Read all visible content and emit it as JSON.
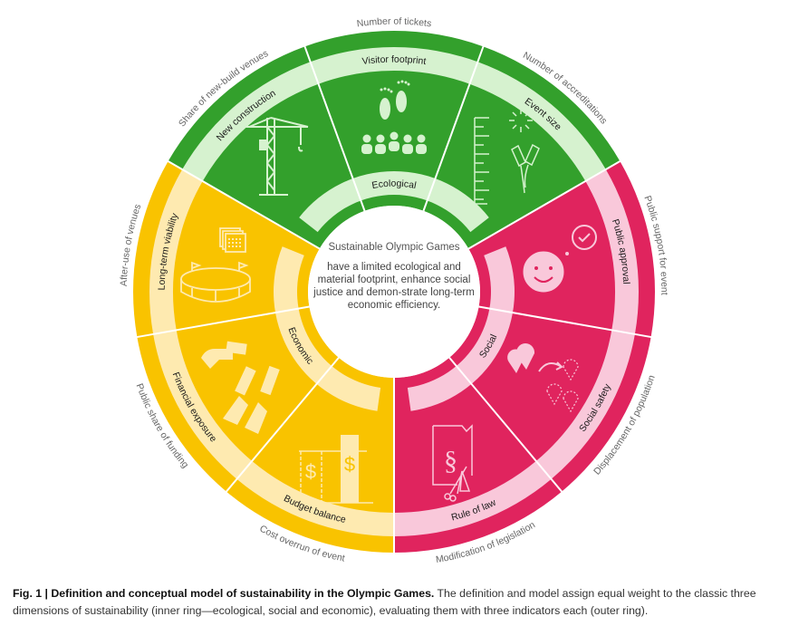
{
  "center": {
    "title": "Sustainable Olympic Games",
    "body": "have a limited ecological and material footprint, enhance social justice and demon-strate long-term economic efficiency."
  },
  "dimensions": [
    {
      "label": "Ecological",
      "color": "#33a02c",
      "light": "#d6f2cf",
      "indicators": [
        {
          "label": "New construction",
          "measure": "Share of new-build venues",
          "icon": "crane-icon"
        },
        {
          "label": "Visitor footprint",
          "measure": "Number of tickets",
          "icon": "footprint-crowd-icon"
        },
        {
          "label": "Event size",
          "measure": "Number of accreditations",
          "icon": "ruler-fireworks-icon"
        }
      ]
    },
    {
      "label": "Social",
      "color": "#e0245e",
      "light": "#f9c8da",
      "indicators": [
        {
          "label": "Public approval",
          "measure": "Public support for event",
          "icon": "smiley-approval-icon"
        },
        {
          "label": "Social safety",
          "measure": "Displacement of population",
          "icon": "relocation-pins-icon"
        },
        {
          "label": "Rule of law",
          "measure": "Modification of legislation",
          "icon": "law-document-scissors-icon"
        }
      ]
    },
    {
      "label": "Economic",
      "color": "#f9c300",
      "light": "#feeab0",
      "indicators": [
        {
          "label": "Budget balance",
          "measure": "Cost overrun of event",
          "icon": "dollar-bars-icon"
        },
        {
          "label": "Financial exposure",
          "measure": "Public share of funding",
          "icon": "hands-money-icon"
        },
        {
          "label": "Long-term viability",
          "measure": "After-use of venues",
          "icon": "stadium-calendar-icon"
        }
      ]
    }
  ],
  "caption": {
    "bold": "Fig. 1 | Definition and conceptual model of sustainability in the Olympic Games.",
    "text": " The definition and model assign equal weight to the classic three dimensions of sustainability (inner ring—ecological, social and economic), evaluating them with three indicators each (outer ring)."
  }
}
